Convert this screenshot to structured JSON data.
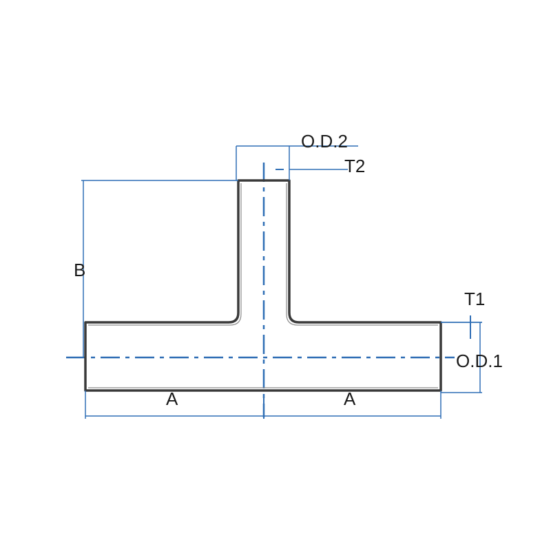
{
  "labels": {
    "od2": "O.D.2",
    "t2": "T2",
    "b": "B",
    "t1": "T1",
    "od1": "O.D.1",
    "a_left": "A",
    "a_right": "A"
  },
  "colors": {
    "dimension": "#2f6eb5",
    "outline": "#3a3a3a",
    "text": "#1a1a1a"
  }
}
